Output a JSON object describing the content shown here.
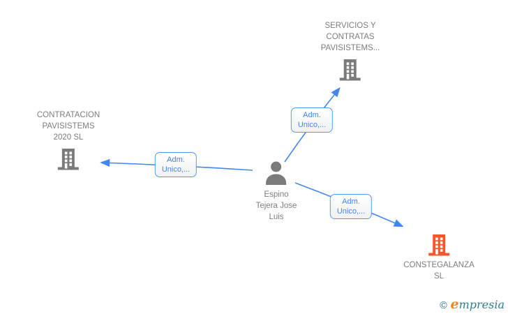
{
  "nodes": {
    "servicios": {
      "lines": [
        "SERVICIOS Y",
        "CONTRATAS",
        "PAVISISTEMS..."
      ]
    },
    "contratacion": {
      "lines": [
        "CONTRATACION",
        "PAVISISTEMS",
        "2020 SL"
      ]
    },
    "person": {
      "lines": [
        "Espino",
        "Tejera Jose",
        "Luis"
      ]
    },
    "constegalanza": {
      "lines": [
        "CONSTEGALANZA",
        "SL"
      ]
    }
  },
  "edges": {
    "to_servicios": {
      "label_line1": "Adm.",
      "label_line2": "Unico,..."
    },
    "to_contratacion": {
      "label_line1": "Adm.",
      "label_line2": "Unico,..."
    },
    "to_constegalanza": {
      "label_line1": "Adm.",
      "label_line2": "Unico,..."
    }
  },
  "footer": {
    "copyright": "©",
    "brand_initial": "e",
    "brand_rest": "mpresia"
  },
  "colors": {
    "edge_blue": "#4285f4",
    "node_text_gray": "#7d7d7d",
    "building_gray": "#7b7b7b",
    "building_orange": "#f4582a",
    "logo_teal": "#2e7f8e",
    "logo_orange": "#f5821f"
  }
}
